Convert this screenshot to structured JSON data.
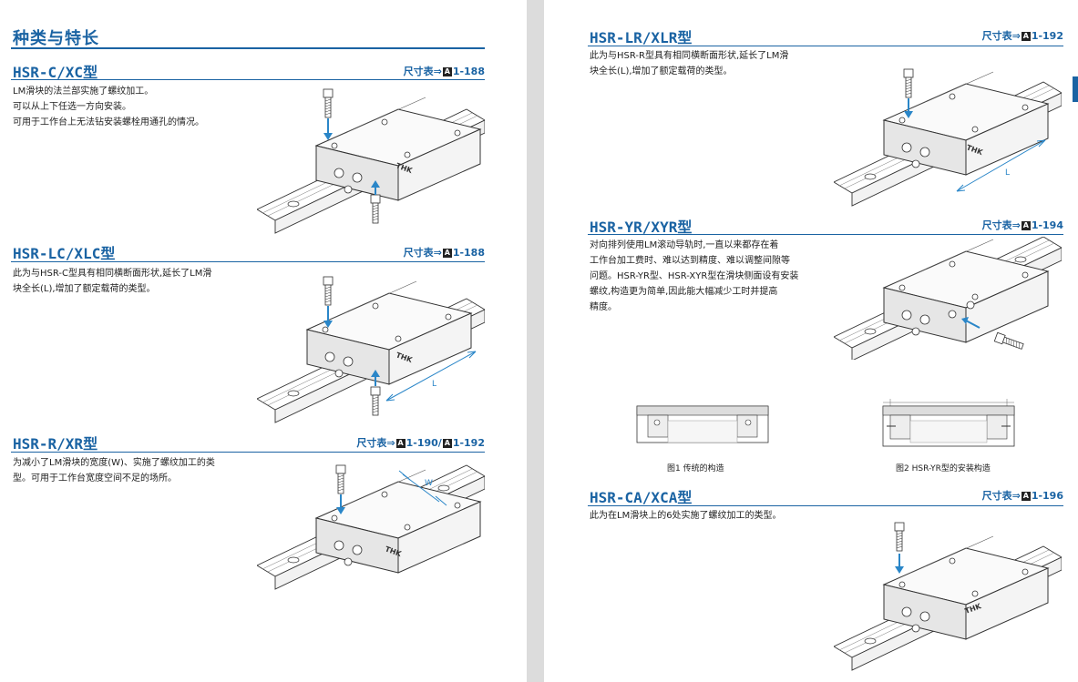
{
  "left": {
    "main_title": "种类与特长",
    "sections": [
      {
        "title": "HSR-C/XC型",
        "ref_prefix": "尺寸表⇒",
        "ref_box": "A",
        "ref_tail": "1-188",
        "desc": [
          "LM滑块的法兰部实施了螺纹加工。",
          "可以从上下任选一方向安装。",
          "可用于工作台上无法钻安装螺栓用通孔的情况。"
        ]
      },
      {
        "title": "HSR-LC/XLC型",
        "ref_prefix": "尺寸表⇒",
        "ref_box": "A",
        "ref_tail": "1-188",
        "desc": [
          "此为与HSR-C型具有相同横断面形状,延长了LM滑",
          "块全长(L),增加了额定载荷的类型。"
        ],
        "dim_label": "L"
      },
      {
        "title": "HSR-R/XR型",
        "ref_prefix": "尺寸表⇒",
        "ref_box": "A",
        "ref_tail": "1-190/",
        "ref_box2": "A",
        "ref_tail2": "1-192",
        "desc": [
          "为减小了LM滑块的宽度(W)、实施了螺纹加工的类",
          "型。可用于工作台宽度空间不足的场所。"
        ],
        "dim_label": "W"
      }
    ]
  },
  "right": {
    "sections": [
      {
        "title": "HSR-LR/XLR型",
        "ref_prefix": "尺寸表⇒",
        "ref_box": "A",
        "ref_tail": "1-192",
        "desc": [
          "此为与HSR-R型具有相同横断面形状,延长了LM滑",
          "块全长(L),增加了额定载荷的类型。"
        ],
        "dim_label": "L"
      },
      {
        "title": "HSR-YR/XYR型",
        "ref_prefix": "尺寸表⇒",
        "ref_box": "A",
        "ref_tail": "1-194",
        "desc": [
          "对向排列使用LM滚动导轨时,一直以来都存在着",
          "工作台加工费时、难以达到精度、难以调整间隙等",
          "问题。HSR-YR型、HSR-XYR型在滑块侧面设有安装",
          "螺纹,构造更为简单,因此能大幅减少工时并提高",
          "精度。"
        ],
        "fig1_caption": "图1  传统的构造",
        "fig2_caption": "图2  HSR-YR型的安装构造"
      },
      {
        "title": "HSR-CA/XCA型",
        "ref_prefix": "尺寸表⇒",
        "ref_box": "A",
        "ref_tail": "1-196",
        "desc": [
          "此为在LM滑块上的6处实施了螺纹加工的类型。"
        ]
      }
    ]
  },
  "brand_mark": "THK",
  "colors": {
    "accent": "#1a63a3",
    "arrow": "#2a86c8"
  }
}
